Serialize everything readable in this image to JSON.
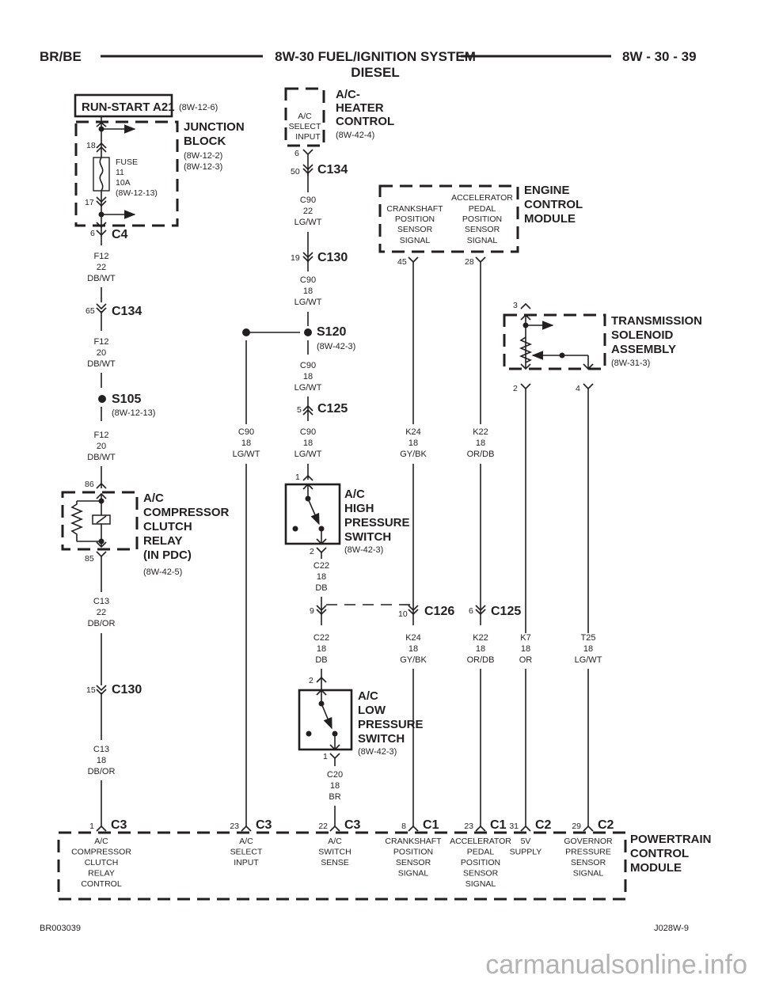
{
  "header": {
    "left": "BR/BE",
    "title": "8W-30 FUEL/IGNITION SYSTEM",
    "subtitle": "DIESEL",
    "right": "8W - 30 - 39"
  },
  "footer": {
    "left": "BR003039",
    "right": "J028W-9",
    "watermark": "carmanualsonline.info"
  },
  "components": {
    "run_start": {
      "label": "RUN-START A21",
      "ref": "(8W-12-6)"
    },
    "junction_block": {
      "name_lines": [
        "JUNCTION",
        "BLOCK"
      ],
      "refs": [
        "(8W-12-2)",
        "(8W-12-3)"
      ],
      "fuse_lines": [
        "FUSE",
        "11",
        "10A",
        "(8W-12-13)"
      ],
      "pin_top": "18",
      "pin_bottom": "17"
    },
    "ac_heater_control": {
      "name_lines": [
        "A/C-",
        "HEATER",
        "CONTROL"
      ],
      "ref": "(8W-42-4)",
      "inner_lines": [
        "A/C",
        "SELECT",
        "INPUT"
      ],
      "pin": "6"
    },
    "ecm": {
      "name_lines": [
        "ENGINE",
        "CONTROL",
        "MODULE"
      ],
      "cks_lines": [
        "CRANKSHAFT",
        "POSITION",
        "SENSOR",
        "SIGNAL"
      ],
      "app_lines": [
        "ACCELERATOR",
        "PEDAL",
        "POSITION",
        "SENSOR",
        "SIGNAL"
      ],
      "pin_cks": "45",
      "pin_app": "28"
    },
    "trans_solenoid": {
      "name_lines": [
        "TRANSMISSION",
        "SOLENOID",
        "ASSEMBLY"
      ],
      "ref": "(8W-31-3)",
      "pin_top": "3",
      "pin_left": "2",
      "pin_right": "4"
    },
    "ac_relay": {
      "name_lines": [
        "A/C",
        "COMPRESSOR",
        "CLUTCH",
        "RELAY",
        "(IN PDC)"
      ],
      "ref": "(8W-42-5)",
      "pin_top": "86",
      "pin_bottom": "85"
    },
    "ac_high_switch": {
      "name_lines": [
        "A/C",
        "HIGH",
        "PRESSURE",
        "SWITCH"
      ],
      "ref": "(8W-42-3)",
      "pin_top": "1",
      "pin_bottom": "2"
    },
    "ac_low_switch": {
      "name_lines": [
        "A/C",
        "LOW",
        "PRESSURE",
        "SWITCH"
      ],
      "ref": "(8W-42-3)",
      "pin_top": "2",
      "pin_bottom": "1"
    },
    "pcm": {
      "name_lines": [
        "POWERTRAIN",
        "CONTROL",
        "MODULE"
      ],
      "terminals": [
        {
          "pin": "1",
          "conn": "C3",
          "lines": [
            "A/C",
            "COMPRESSOR",
            "CLUTCH",
            "RELAY",
            "CONTROL"
          ]
        },
        {
          "pin": "23",
          "conn": "C3",
          "lines": [
            "A/C",
            "SELECT",
            "INPUT"
          ]
        },
        {
          "pin": "22",
          "conn": "C3",
          "lines": [
            "A/C",
            "SWITCH",
            "SENSE"
          ]
        },
        {
          "pin": "8",
          "conn": "C1",
          "lines": [
            "CRANKSHAFT",
            "POSITION",
            "SENSOR",
            "SIGNAL"
          ]
        },
        {
          "pin": "23",
          "conn": "C1",
          "lines": [
            "ACCELERATOR",
            "PEDAL",
            "POSITION",
            "SENSOR",
            "SIGNAL"
          ]
        },
        {
          "pin": "31",
          "conn": "C2",
          "lines": [
            "5V",
            "SUPPLY"
          ]
        },
        {
          "pin": "29",
          "conn": "C2",
          "lines": [
            "GOVERNOR",
            "PRESSURE",
            "SENSOR",
            "SIGNAL"
          ]
        }
      ]
    }
  },
  "connectors": {
    "c4": {
      "pin": "6",
      "name": "C4"
    },
    "c134_left": {
      "pin": "65",
      "name": "C134"
    },
    "c134_mid": {
      "pin": "50",
      "name": "C134"
    },
    "c130_mid": {
      "pin": "19",
      "name": "C130"
    },
    "c125_mid": {
      "pin": "5",
      "name": "C125"
    },
    "c126_l": {
      "pin": "9"
    },
    "c126": {
      "pin": "10",
      "name": "C126"
    },
    "c125_r": {
      "pin": "6",
      "name": "C125"
    },
    "c130_left": {
      "pin": "15",
      "name": "C130"
    }
  },
  "splices": {
    "s105": {
      "name": "S105",
      "ref": "(8W-12-13)"
    },
    "s120": {
      "name": "S120",
      "ref": "(8W-42-3)"
    }
  },
  "wires": {
    "f12_22": [
      "F12",
      "22",
      "DB/WT"
    ],
    "f12_20a": [
      "F12",
      "20",
      "DB/WT"
    ],
    "f12_20b": [
      "F12",
      "20",
      "DB/WT"
    ],
    "c13_22": [
      "C13",
      "22",
      "DB/OR"
    ],
    "c13_18": [
      "C13",
      "18",
      "DB/OR"
    ],
    "c90_22": [
      "C90",
      "22",
      "LG/WT"
    ],
    "c90_18a": [
      "C90",
      "18",
      "LG/WT"
    ],
    "c90_18b": [
      "C90",
      "18",
      "LG/WT"
    ],
    "c90_18c": [
      "C90",
      "18",
      "LG/WT"
    ],
    "c90_18d": [
      "C90",
      "18",
      "LG/WT"
    ],
    "c22_a": [
      "C22",
      "18",
      "DB"
    ],
    "c22_b": [
      "C22",
      "18",
      "DB"
    ],
    "c20": [
      "C20",
      "18",
      "BR"
    ],
    "k24_a": [
      "K24",
      "18",
      "GY/BK"
    ],
    "k24_b": [
      "K24",
      "18",
      "GY/BK"
    ],
    "k22_a": [
      "K22",
      "18",
      "OR/DB"
    ],
    "k22_b": [
      "K22",
      "18",
      "OR/DB"
    ],
    "k7": [
      "K7",
      "18",
      "OR"
    ],
    "t25": [
      "T25",
      "18",
      "LG/WT"
    ]
  }
}
